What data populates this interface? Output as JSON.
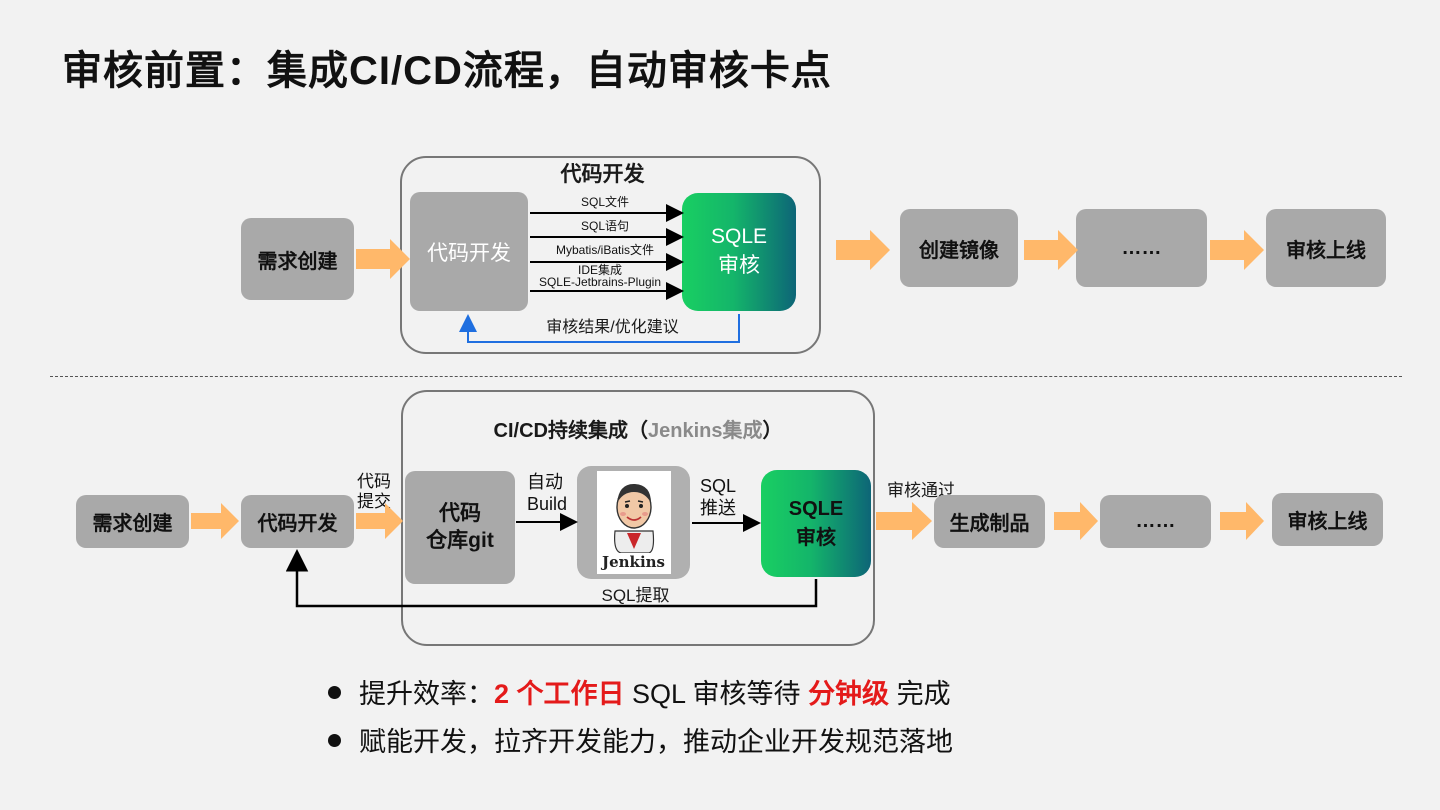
{
  "title": "审核前置：集成CI/CD流程，自动审核卡点",
  "top_flow": {
    "frame_title": "代码开发",
    "demand": "需求创建",
    "dev": "代码开发",
    "arrow_labels": [
      "SQL文件",
      "SQL语句",
      "Mybatis/iBatis文件",
      "IDE集成",
      "SQLE-Jetbrains-Plugin"
    ],
    "sqle_line1": "SQLE",
    "sqle_line2": "审核",
    "feedback": "审核结果/优化建议",
    "image": "创建镜像",
    "ellipsis": "……",
    "release": "审核上线"
  },
  "bottom_flow": {
    "frame_title_a": "CI/CD持续集成（",
    "frame_title_b": "Jenkins集成",
    "frame_title_c": "）",
    "demand": "需求创建",
    "dev": "代码开发",
    "submit_line1": "代码",
    "submit_line2": "提交",
    "repo_line1": "代码",
    "repo_line2": "仓库git",
    "auto_line1": "自动",
    "auto_line2": "Build",
    "jenkins": "Jenkins",
    "push_line1": "SQL",
    "push_line2": "推送",
    "sqle_line1": "SQLE",
    "sqle_line2": "审核",
    "extract": "SQL提取",
    "passed": "审核通过",
    "artifact": "生成制品",
    "ellipsis": "……",
    "release": "审核上线"
  },
  "bullets": {
    "b1_a": "提升效率：",
    "b1_b": "2 个工作日",
    "b1_c": " SQL 审核等待 ",
    "b1_d": "分钟级",
    "b1_e": " 完成",
    "b2": "赋能开发，拉齐开发能力，推动企业开发规范落地"
  },
  "colors": {
    "accent_orange": "#ffb86a",
    "sqle_green": "#19cf62",
    "sqle_teal": "#0d6577",
    "feedback_blue": "#1f6fe0",
    "highlight_red": "#e41a1a"
  },
  "icons": [
    "jenkins-logo"
  ]
}
